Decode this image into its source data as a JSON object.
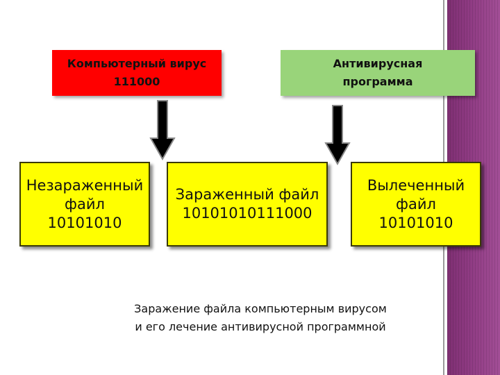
{
  "virus_box": {
    "line1": "Компьютерный вирус",
    "line2": "111000"
  },
  "antivirus_box": {
    "line1": "Антивирусная",
    "line2": "программа"
  },
  "clean_file": {
    "line1": "Незараженный",
    "line2": "файл",
    "line3": "10101010"
  },
  "infected_file": {
    "line1": "Зараженный файл",
    "line2": "10101010111000"
  },
  "cured_file": {
    "line1": "Вылеченный",
    "line2": "файл",
    "line3": "10101010"
  },
  "caption": {
    "line1": "Заражение файла компьютерным вирусом",
    "line2": "и его лечение антивирусной программной"
  },
  "colors": {
    "virus": "#ff0000",
    "antivirus": "#99d47a",
    "file": "#ffff00",
    "stripe": "#8e3a82"
  }
}
